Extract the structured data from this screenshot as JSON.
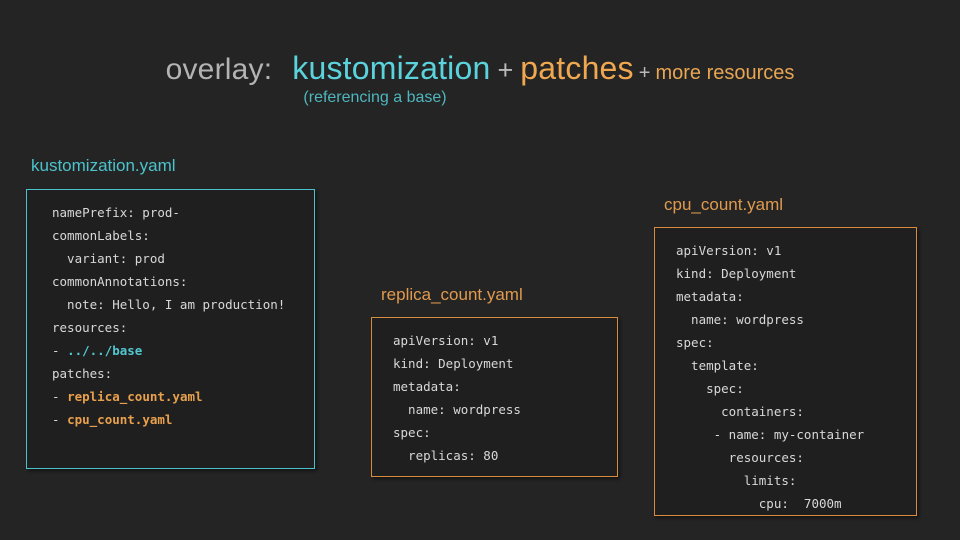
{
  "page": {
    "background_color": "#242424"
  },
  "heading": {
    "overlay_label": "overlay:",
    "kustomization_word": "kustomization",
    "plus_1": "+",
    "patches_word": "patches",
    "plus_2": "+",
    "more_resources": "more resources",
    "subtitle": "(referencing a base)",
    "colors": {
      "overlay": "#b3b3b3",
      "cyan": "#5bd3dd",
      "amber": "#f0a850",
      "plus": "#b9b9b9",
      "subtitle": "#4fb6bd"
    }
  },
  "panels": [
    {
      "id": "kustomization",
      "label": "kustomization.yaml",
      "accent_color": "#4cc3cc",
      "lines": [
        [
          {
            "t": "namePrefix: prod-",
            "s": "plain"
          }
        ],
        [
          {
            "t": "commonLabels:",
            "s": "plain"
          }
        ],
        [
          {
            "t": "  variant: prod",
            "s": "plain"
          }
        ],
        [
          {
            "t": "commonAnnotations:",
            "s": "plain"
          }
        ],
        [
          {
            "t": "  note: Hello, I am production!",
            "s": "plain"
          }
        ],
        [
          {
            "t": "resources:",
            "s": "plain"
          }
        ],
        [
          {
            "t": "- ",
            "s": "dash"
          },
          {
            "t": "../../base",
            "s": "cyan"
          }
        ],
        [
          {
            "t": "patches:",
            "s": "plain"
          }
        ],
        [
          {
            "t": "- ",
            "s": "dash"
          },
          {
            "t": "replica_count.yaml",
            "s": "amber"
          }
        ],
        [
          {
            "t": "- ",
            "s": "dash"
          },
          {
            "t": "cpu_count.yaml",
            "s": "amber"
          }
        ]
      ]
    },
    {
      "id": "replica",
      "label": "replica_count.yaml",
      "accent_color": "#d98b3f",
      "lines": [
        [
          {
            "t": "apiVersion: v1",
            "s": "plain"
          }
        ],
        [
          {
            "t": "kind: Deployment",
            "s": "plain"
          }
        ],
        [
          {
            "t": "metadata:",
            "s": "plain"
          }
        ],
        [
          {
            "t": "  name: wordpress",
            "s": "plain"
          }
        ],
        [
          {
            "t": "spec:",
            "s": "plain"
          }
        ],
        [
          {
            "t": "  replicas: 80",
            "s": "plain"
          }
        ]
      ]
    },
    {
      "id": "cpu",
      "label": "cpu_count.yaml",
      "accent_color": "#d98b3f",
      "lines": [
        [
          {
            "t": "apiVersion: v1",
            "s": "plain"
          }
        ],
        [
          {
            "t": "kind: Deployment",
            "s": "plain"
          }
        ],
        [
          {
            "t": "metadata:",
            "s": "plain"
          }
        ],
        [
          {
            "t": "  name: wordpress",
            "s": "plain"
          }
        ],
        [
          {
            "t": "spec:",
            "s": "plain"
          }
        ],
        [
          {
            "t": "  template:",
            "s": "plain"
          }
        ],
        [
          {
            "t": "    spec:",
            "s": "plain"
          }
        ],
        [
          {
            "t": "      containers:",
            "s": "plain"
          }
        ],
        [
          {
            "t": "     - name: my-container",
            "s": "plain"
          }
        ],
        [
          {
            "t": "       resources:",
            "s": "plain"
          }
        ],
        [
          {
            "t": "         limits:",
            "s": "plain"
          }
        ],
        [
          {
            "t": "           cpu:  7000m",
            "s": "plain"
          }
        ]
      ]
    }
  ]
}
